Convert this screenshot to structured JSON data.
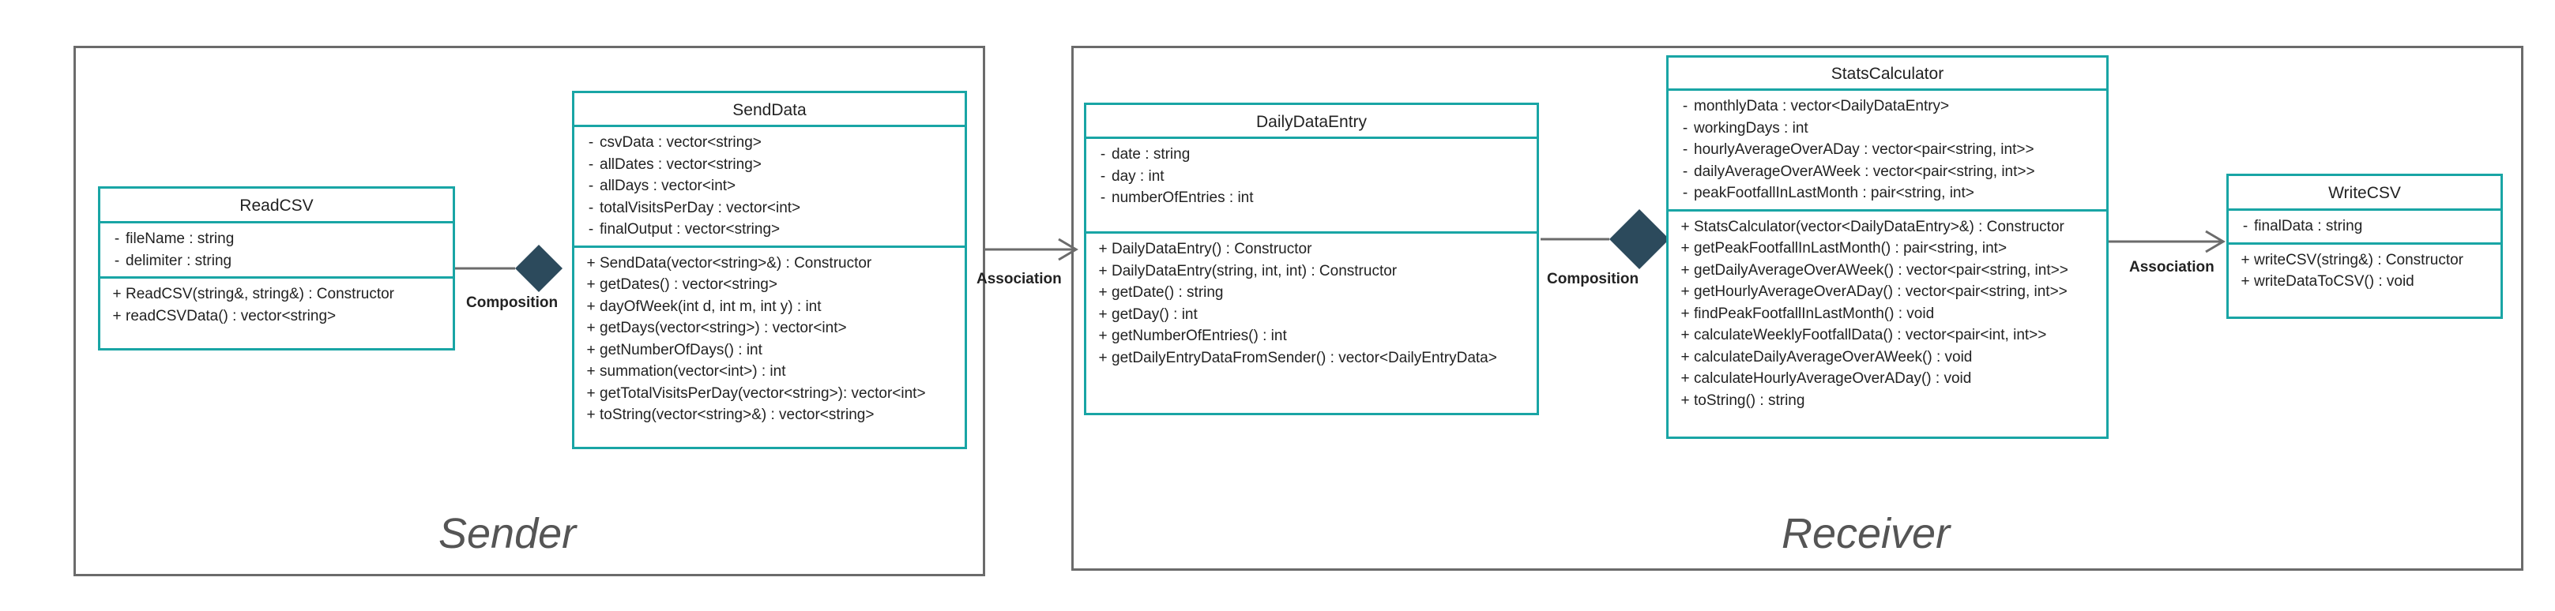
{
  "packages": {
    "sender": {
      "label": "Sender"
    },
    "receiver": {
      "label": "Receiver"
    }
  },
  "classes": {
    "read_csv": {
      "name": "ReadCSV",
      "attributes": [
        {
          "vis": "-",
          "text": "fileName : string"
        },
        {
          "vis": "-",
          "text": "delimiter : string"
        }
      ],
      "methods": [
        {
          "vis": "+",
          "text": "ReadCSV(string&,  string&) : Constructor"
        },
        {
          "vis": "+",
          "text": "readCSVData() : vector<string>"
        }
      ]
    },
    "send_data": {
      "name": "SendData",
      "attributes": [
        {
          "vis": "-",
          "text": "csvData : vector<string>"
        },
        {
          "vis": "-",
          "text": "allDates : vector<string>"
        },
        {
          "vis": "-",
          "text": "allDays : vector<int>"
        },
        {
          "vis": "-",
          "text": "totalVisitsPerDay : vector<int>"
        },
        {
          "vis": "-",
          "text": "finalOutput : vector<string>"
        }
      ],
      "methods": [
        {
          "vis": "+",
          "text": "SendData(vector<string>&) : Constructor"
        },
        {
          "vis": "+",
          "text": "getDates() : vector<string>"
        },
        {
          "vis": "+",
          "text": "dayOfWeek(int d, int m, int y) : int"
        },
        {
          "vis": "+",
          "text": "getDays(vector<string>) : vector<int>"
        },
        {
          "vis": "+",
          "text": "getNumberOfDays() : int"
        },
        {
          "vis": "+",
          "text": "summation(vector<int>) : int"
        },
        {
          "vis": "+",
          "text": "getTotalVisitsPerDay(vector<string>):  vector<int>"
        },
        {
          "vis": "+",
          "text": "toString(vector<string>&) : vector<string>"
        }
      ]
    },
    "daily_data_entry": {
      "name": "DailyDataEntry",
      "attributes": [
        {
          "vis": "-",
          "text": "date : string"
        },
        {
          "vis": "-",
          "text": "day : int"
        },
        {
          "vis": "-",
          "text": "numberOfEntries : int"
        }
      ],
      "methods": [
        {
          "vis": "+",
          "text": "DailyDataEntry() : Constructor"
        },
        {
          "vis": "+",
          "text": "DailyDataEntry(string, int, int) : Constructor"
        },
        {
          "vis": "+",
          "text": "getDate() : string"
        },
        {
          "vis": "+",
          "text": "getDay() : int"
        },
        {
          "vis": "+",
          "text": "getNumberOfEntries() : int"
        },
        {
          "vis": "+",
          "text": "getDailyEntryDataFromSender()  : vector<DailyEntryData>"
        }
      ]
    },
    "stats_calculator": {
      "name": "StatsCalculator",
      "attributes": [
        {
          "vis": "-",
          "text": "monthlyData : vector<DailyDataEntry>"
        },
        {
          "vis": "-",
          "text": "workingDays : int"
        },
        {
          "vis": "-",
          "text": "hourlyAverageOverADay  : vector<pair<string, int>>"
        },
        {
          "vis": "-",
          "text": "dailyAverageOverAWeek  : vector<pair<string, int>>"
        },
        {
          "vis": "-",
          "text": "peakFootfallInLastMonth : pair<string, int>"
        }
      ],
      "methods": [
        {
          "vis": "+",
          "text": "StatsCalculator(vector<DailyDataEntry>&) : Constructor"
        },
        {
          "vis": "+",
          "text": "getPeakFootfallInLastMonth() : pair<string, int>"
        },
        {
          "vis": "+",
          "text": "getDailyAverageOverAWeek()  : vector<pair<string, int>>"
        },
        {
          "vis": "+",
          "text": "getHourlyAverageOverADay()  : vector<pair<string, int>>"
        },
        {
          "vis": "+",
          "text": "findPeakFootfallInLastMonth() : void"
        },
        {
          "vis": "+",
          "text": "calculateWeeklyFootfallData()  : vector<pair<int, int>>"
        },
        {
          "vis": "+",
          "text": "calculateDailyAverageOverAWeek()  : void"
        },
        {
          "vis": "+",
          "text": "calculateHourlyAverageOverADay()  : void"
        },
        {
          "vis": "+",
          "text": "toString() : string"
        }
      ]
    },
    "write_csv": {
      "name": "WriteCSV",
      "attributes": [
        {
          "vis": "-",
          "text": "finalData : string"
        }
      ],
      "methods": [
        {
          "vis": "+",
          "text": "writeCSV(string&) : Constructor"
        },
        {
          "vis": "+",
          "text": "writeDataToCSV()  : void"
        }
      ]
    }
  },
  "relations": {
    "composition_sender": "Composition",
    "association_middle": "Association",
    "composition_receiver": "Composition",
    "association_right": "Association"
  },
  "colors": {
    "class_border": "#19a5a5",
    "package_border": "#6b6b6b",
    "diamond_fill": "#2c4a5c"
  }
}
